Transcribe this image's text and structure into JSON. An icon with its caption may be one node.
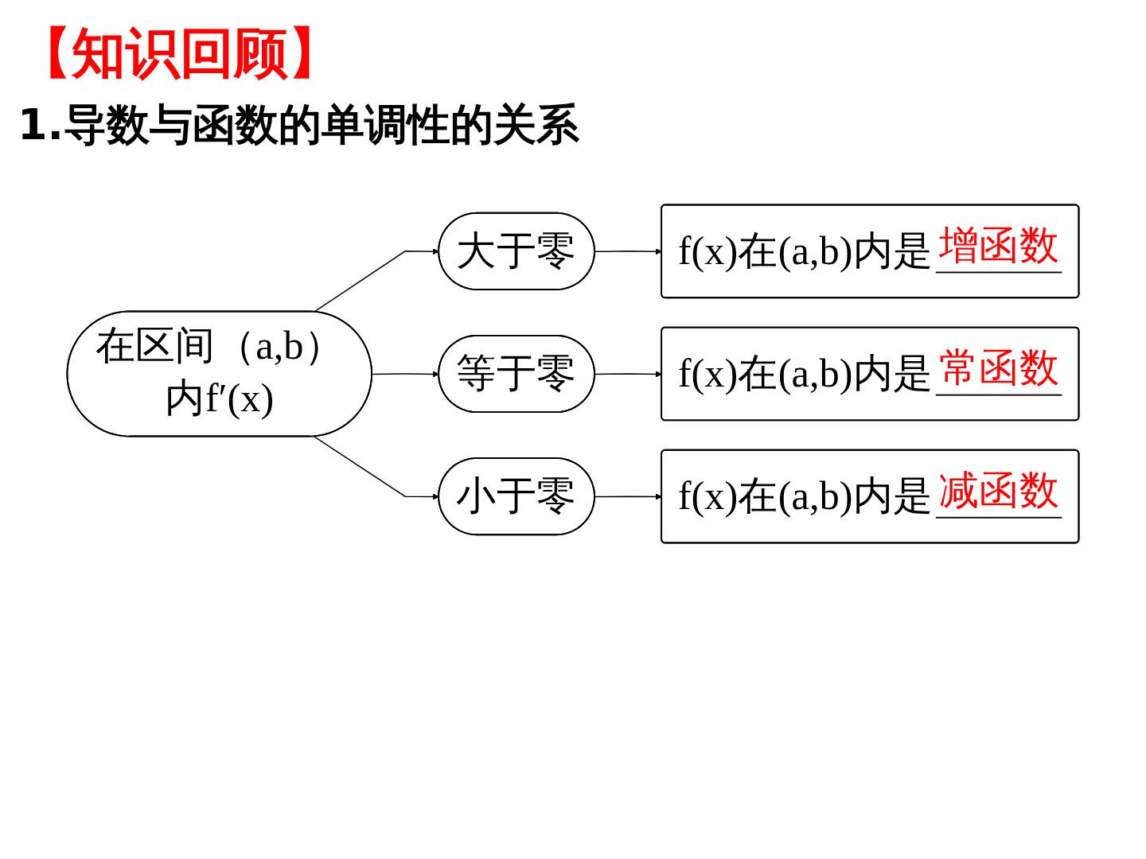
{
  "diagram": {
    "title": "【知识回顾】",
    "nodes": [
      {
        "text": [
          "在区间（a,b）内f′(x)"
        ]
      },
      {
        "text": [
          "大于零"
        ]
      },
      {
        "text": [
          "等于零"
        ]
      },
      {
        "text": [
          "小于零"
        ]
      },
      {
        "text": [
          "f(x)在(a,b)内是",
          "增函数"
        ]
      },
      {
        "text": [
          "f(x)在(a,b)内是",
          "常函数"
        ]
      },
      {
        "text": [
          "f(x)在(a,b)内是",
          "减函数"
        ]
      }
    ],
    "edges": [
      {
        "from": 0,
        "to": 1,
        "arrow": "to"
      },
      {
        "from": 0,
        "to": 2,
        "arrow": "to"
      },
      {
        "from": 0,
        "to": 3,
        "arrow": "to"
      },
      {
        "from": 1,
        "to": 4,
        "arrow": "to"
      },
      {
        "from": 2,
        "to": 5,
        "arrow": "to"
      },
      {
        "from": 3,
        "to": 6,
        "arrow": "to"
      }
    ],
    "labels": [
      "1.导数与函数的单调性的关系"
    ]
  }
}
